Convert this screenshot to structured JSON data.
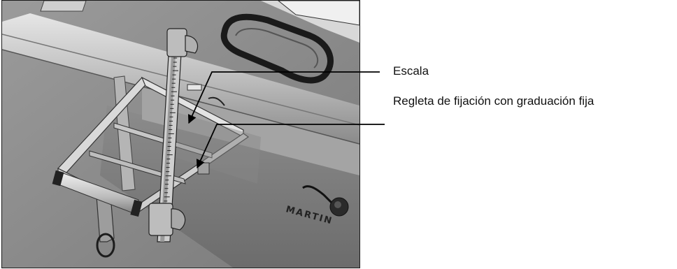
{
  "figure": {
    "brand_text": "MARTIN",
    "callouts": [
      {
        "id": "escala",
        "text": "Escala"
      },
      {
        "id": "regleta",
        "text": "Regleta de fijación con graduación fija"
      }
    ]
  }
}
